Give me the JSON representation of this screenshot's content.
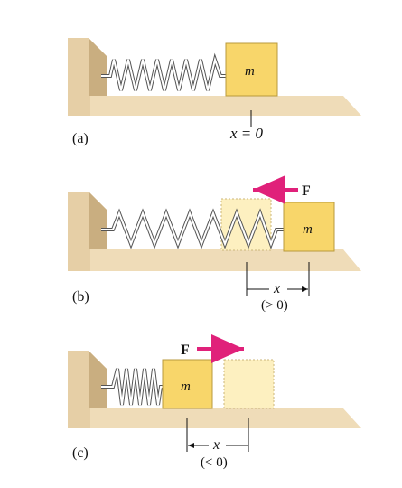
{
  "panels": [
    {
      "caption": "(a)",
      "mass_label": "m",
      "position_label": "x = 0"
    },
    {
      "caption": "(b)",
      "mass_label": "m",
      "force_label": "F",
      "x_label": "x",
      "x_condition": "(> 0)"
    },
    {
      "caption": "(c)",
      "mass_label": "m",
      "force_label": "F",
      "x_label": "x",
      "x_condition": "(< 0)"
    }
  ],
  "colors": {
    "block": "#f8d66a",
    "block_ghost": "#fdf0c0",
    "wall": "#e6cfa6",
    "wall_shadow": "#c9ae80",
    "floor": "#efdcb8",
    "force_arrow": "#e0217a"
  }
}
